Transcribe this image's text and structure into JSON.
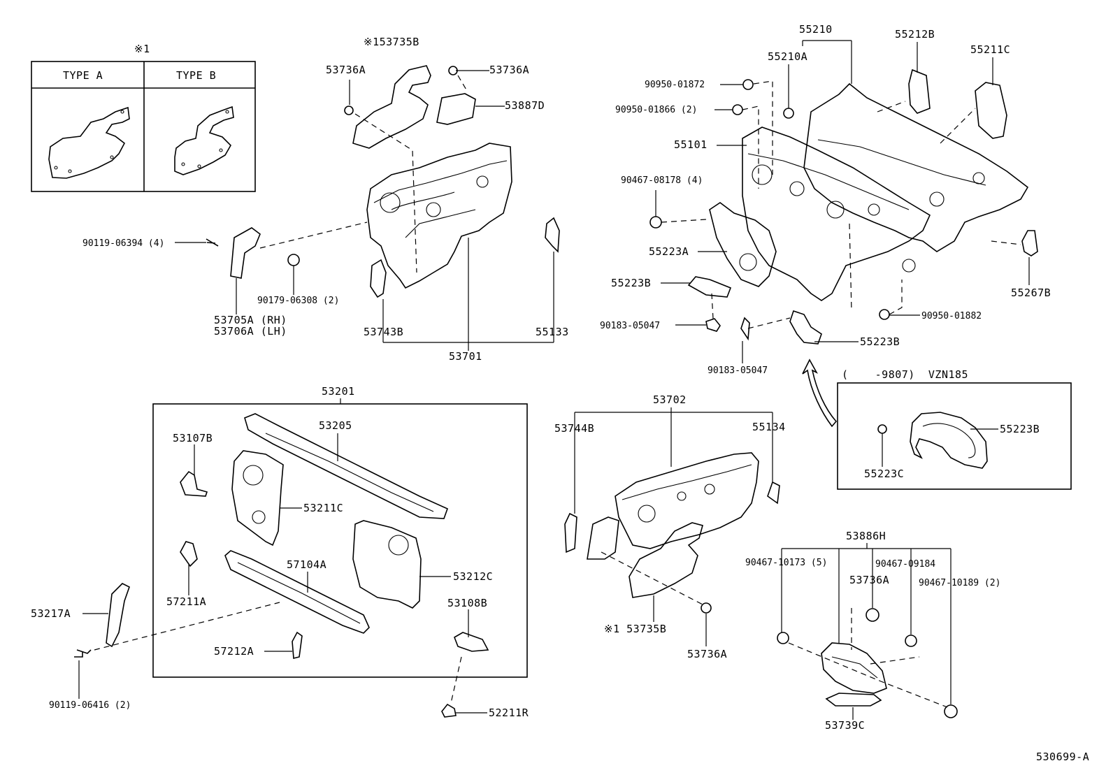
{
  "legend": {
    "mark": "※1",
    "type_a": "TYPE A",
    "type_b": "TYPE B"
  },
  "footer_code": "530699-A",
  "inset_header": "(    -9807)  VZN185",
  "labels": {
    "l_53735B_top": "※153735B",
    "l_53736A_a": "53736A",
    "l_53736A_b": "53736A",
    "l_53887D": "53887D",
    "l_90119_06394": "90119-06394 (4)",
    "l_90179_06308": "90179-06308 (2)",
    "l_53705A": "53705A (RH)",
    "l_53706A": "53706A (LH)",
    "l_53743B": "53743B",
    "l_55133": "55133",
    "l_53701": "53701",
    "l_55210": "55210",
    "l_55210A": "55210A",
    "l_55212B": "55212B",
    "l_55211C": "55211C",
    "l_90950_01872": "90950-01872",
    "l_90950_01866": "90950-01866 (2)",
    "l_55101": "55101",
    "l_90467_08178": "90467-08178 (4)",
    "l_55223A": "55223A",
    "l_55223B_a": "55223B",
    "l_90183_05047_a": "90183-05047",
    "l_90183_05047_b": "90183-05047",
    "l_55223B_b": "55223B",
    "l_55267B": "55267B",
    "l_90950_01882": "90950-01882",
    "l_55223B_c": "55223B",
    "l_55223C": "55223C",
    "l_53201": "53201",
    "l_53205": "53205",
    "l_53107B": "53107B",
    "l_53211C": "53211C",
    "l_57104A": "57104A",
    "l_53212C": "53212C",
    "l_57211A": "57211A",
    "l_53108B": "53108B",
    "l_53217A": "53217A",
    "l_57212A": "57212A",
    "l_90119_06416": "90119-06416 (2)",
    "l_52211R": "52211R",
    "l_53702": "53702",
    "l_53744B": "53744B",
    "l_55134": "55134",
    "l_53735B_bot": "※1 53735B",
    "l_53736A_c": "53736A",
    "l_53886H": "53886H",
    "l_90467_10173": "90467-10173 (5)",
    "l_90467_09184": "90467-09184",
    "l_53736A_d": "53736A",
    "l_90467_10189": "90467-10189 (2)",
    "l_53739C": "53739C"
  }
}
